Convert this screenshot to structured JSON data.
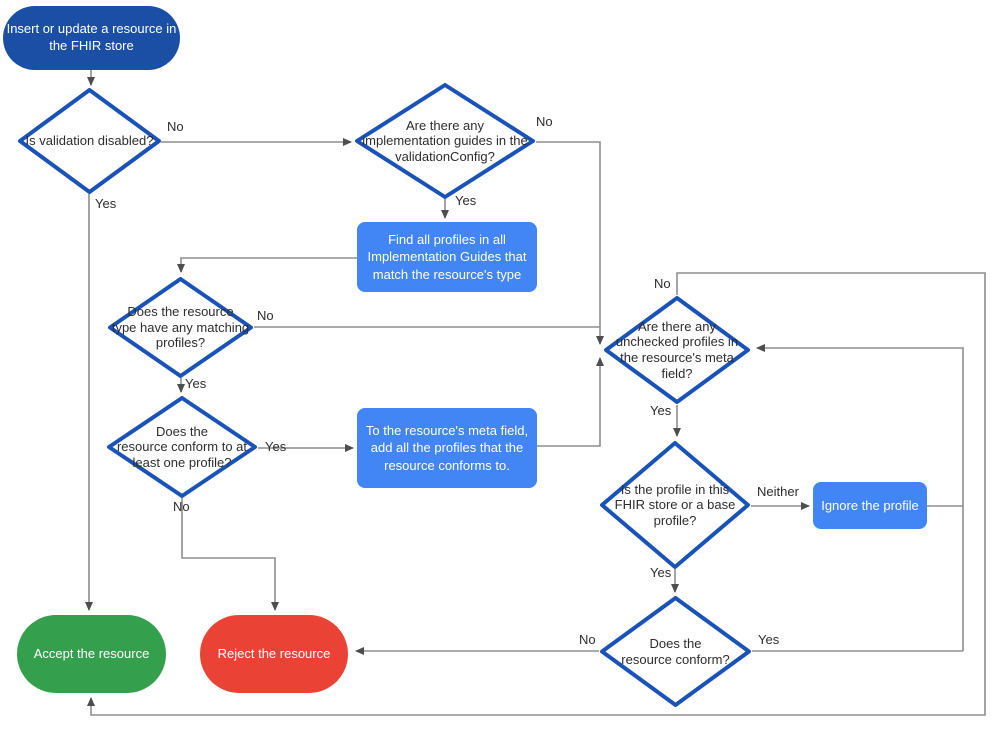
{
  "diagram": {
    "title": "FHIR store resource validation flowchart",
    "colors": {
      "start_fill": "#1B4FA5",
      "process_fill": "#4285F4",
      "accept_fill": "#34A04D",
      "reject_fill": "#EA4335",
      "diamond_border": "#1A53B7",
      "connector_line": "#8E8E8E",
      "arrowhead": "#4D4D4D",
      "diamond_text": "#2d2d2d",
      "shape_text": "#ffffff"
    },
    "nodes": {
      "start": {
        "label": "Insert or update a resource in\nthe FHIR store",
        "type": "terminator"
      },
      "validation_disabled": {
        "label": "Is validation disabled?",
        "type": "decision"
      },
      "implementation_guides": {
        "label": "Are there any\nimplementation guides in the\nvalidationConfig?",
        "type": "decision"
      },
      "find_profiles": {
        "label": "Find all profiles in all\nImplementation Guides that\nmatch the resource's type",
        "type": "process"
      },
      "matching_profiles": {
        "label": "Does the resource\ntype have any matching\nprofiles?",
        "type": "decision"
      },
      "conforms_one": {
        "label": "Does the\nresource conform to at\nleast one profile?",
        "type": "decision"
      },
      "add_profiles": {
        "label": "To the resource's meta field,\nadd all the profiles that the\nresource conforms to.",
        "type": "process"
      },
      "unchecked_profiles": {
        "label": "Are there any\nunchecked profiles in\nthe resource's meta\nfield?",
        "type": "decision"
      },
      "profile_in_store": {
        "label": "Is the profile in this\nFHIR store or a base\nprofile?",
        "type": "decision"
      },
      "ignore_profile": {
        "label": "Ignore the profile",
        "type": "process"
      },
      "resource_conform": {
        "label": "Does the\nresource conform?",
        "type": "decision"
      },
      "accept": {
        "label": "Accept the resource",
        "type": "terminator"
      },
      "reject": {
        "label": "Reject the resource",
        "type": "terminator"
      }
    },
    "edge_labels": {
      "validation_disabled_no": "No",
      "validation_disabled_yes": "Yes",
      "implementation_guides_no": "No",
      "implementation_guides_yes": "Yes",
      "matching_profiles_no": "No",
      "matching_profiles_yes": "Yes",
      "conforms_one_yes": "Yes",
      "conforms_one_no": "No",
      "unchecked_profiles_no": "No",
      "unchecked_profiles_yes": "Yes",
      "profile_in_store_neither": "Neither",
      "profile_in_store_yes": "Yes",
      "resource_conform_no": "No",
      "resource_conform_yes": "Yes"
    }
  }
}
